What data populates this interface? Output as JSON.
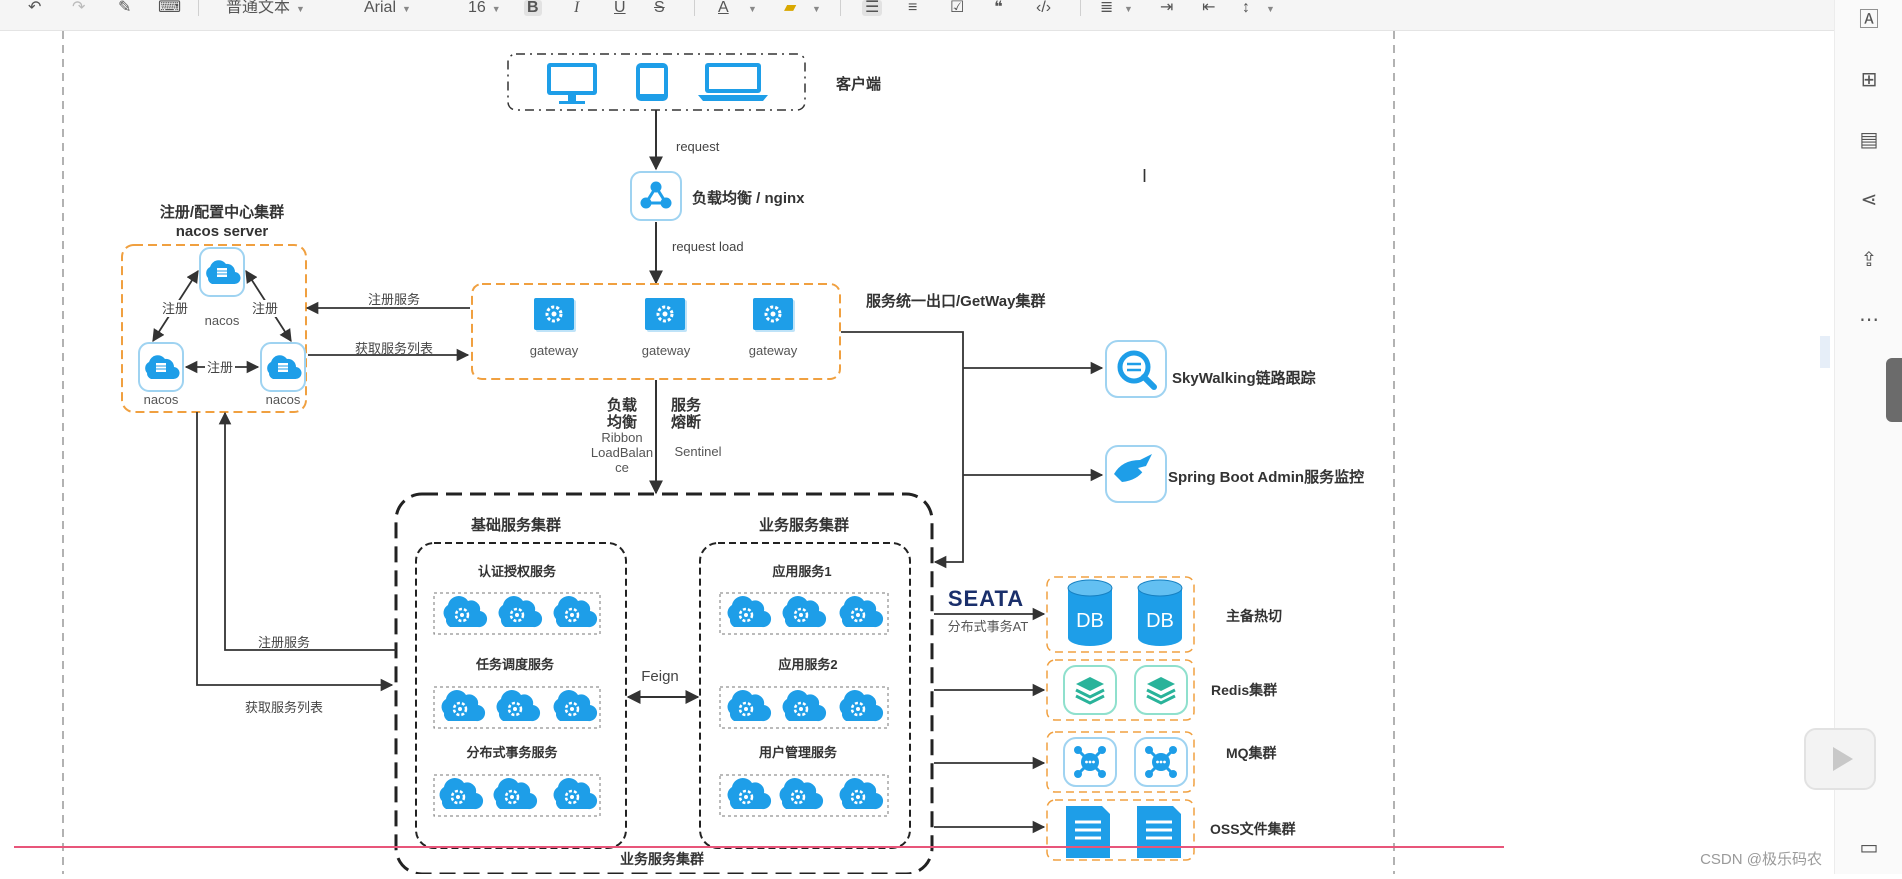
{
  "toolbar": {
    "paragraph_style": "普通文本",
    "font_family": "Arial",
    "font_size": "16",
    "bold": "B",
    "italic": "I",
    "underline": "U",
    "strikethrough": "S",
    "font_color": "A"
  },
  "diagram": {
    "client_label": "客户端",
    "request": "request",
    "lb_title": "负载均衡 / nginx",
    "request_load": "request load",
    "nacos_title_1": "注册/配置中心集群",
    "nacos_title_2": "nacos server",
    "nacos_node": "nacos",
    "register": "注册",
    "register_service": "注册服务",
    "fetch_service_list": "获取服务列表",
    "gateway_node": "gateway",
    "gateway_title": "服务统一出口/GetWay集群",
    "lb_l1": "负载",
    "lb_l2": "均衡",
    "ribbon_l1": "Ribbon",
    "ribbon_l2": "LoadBalan",
    "ribbon_l3": "ce",
    "fuse_l1": "服务",
    "fuse_l2": "熔断",
    "sentinel": "Sentinel",
    "skywalking": "SkyWalking链路跟踪",
    "sba": "Spring Boot Admin服务监控",
    "base_cluster": "基础服务集群",
    "biz_cluster": "业务服务集群",
    "auth_service": "认证授权服务",
    "task_service": "任务调度服务",
    "tx_service": "分布式事务服务",
    "app_service_1": "应用服务1",
    "app_service_2": "应用服务2",
    "user_service": "用户管理服务",
    "feign": "Feign",
    "seata": "SEATA",
    "seata_caption": "分布式事务AT",
    "db": "DB",
    "master_slave": "主备热切",
    "redis": "Redis集群",
    "mq": "MQ集群",
    "oss": "OSS文件集群",
    "bottom_caption": "业务服务集群"
  },
  "watermark": "CSDN @极乐码农",
  "colors": {
    "icon_blue": "#1e9ee8",
    "accent_orange": "#f0a040",
    "teal": "#29b39a",
    "toolbar_bg": "#f5f5f5",
    "red_line": "#e8557a"
  }
}
